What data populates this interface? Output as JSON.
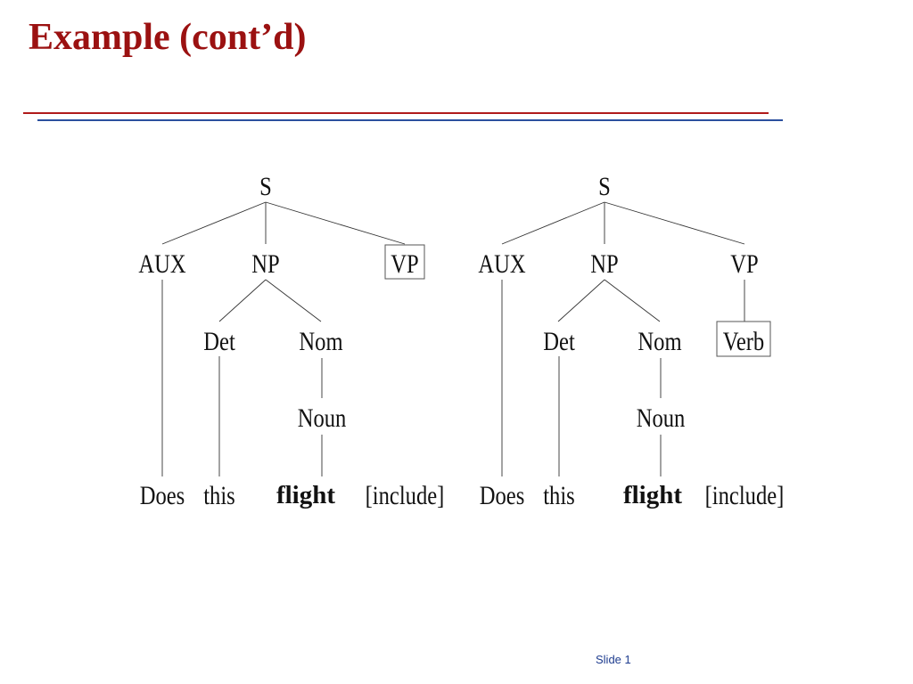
{
  "slide": {
    "title": "Example (cont’d)",
    "footer": "Slide 1",
    "title_color": "#9b1111",
    "rule_colors": [
      "#b01a1a",
      "#2b4f9e"
    ]
  },
  "trees": [
    {
      "nodes": {
        "s": "S",
        "aux": "AUX",
        "np": "NP",
        "vp": "VP",
        "det": "Det",
        "nom": "Nom",
        "noun": "Noun"
      },
      "words": [
        "Does",
        "this",
        "flight",
        "[include]"
      ],
      "highlighted": "VP"
    },
    {
      "nodes": {
        "s": "S",
        "aux": "AUX",
        "np": "NP",
        "vp": "VP",
        "verb": "Verb",
        "det": "Det",
        "nom": "Nom",
        "noun": "Noun"
      },
      "words": [
        "Does",
        "this",
        "flight",
        "[include]"
      ],
      "highlighted": "Verb"
    }
  ]
}
